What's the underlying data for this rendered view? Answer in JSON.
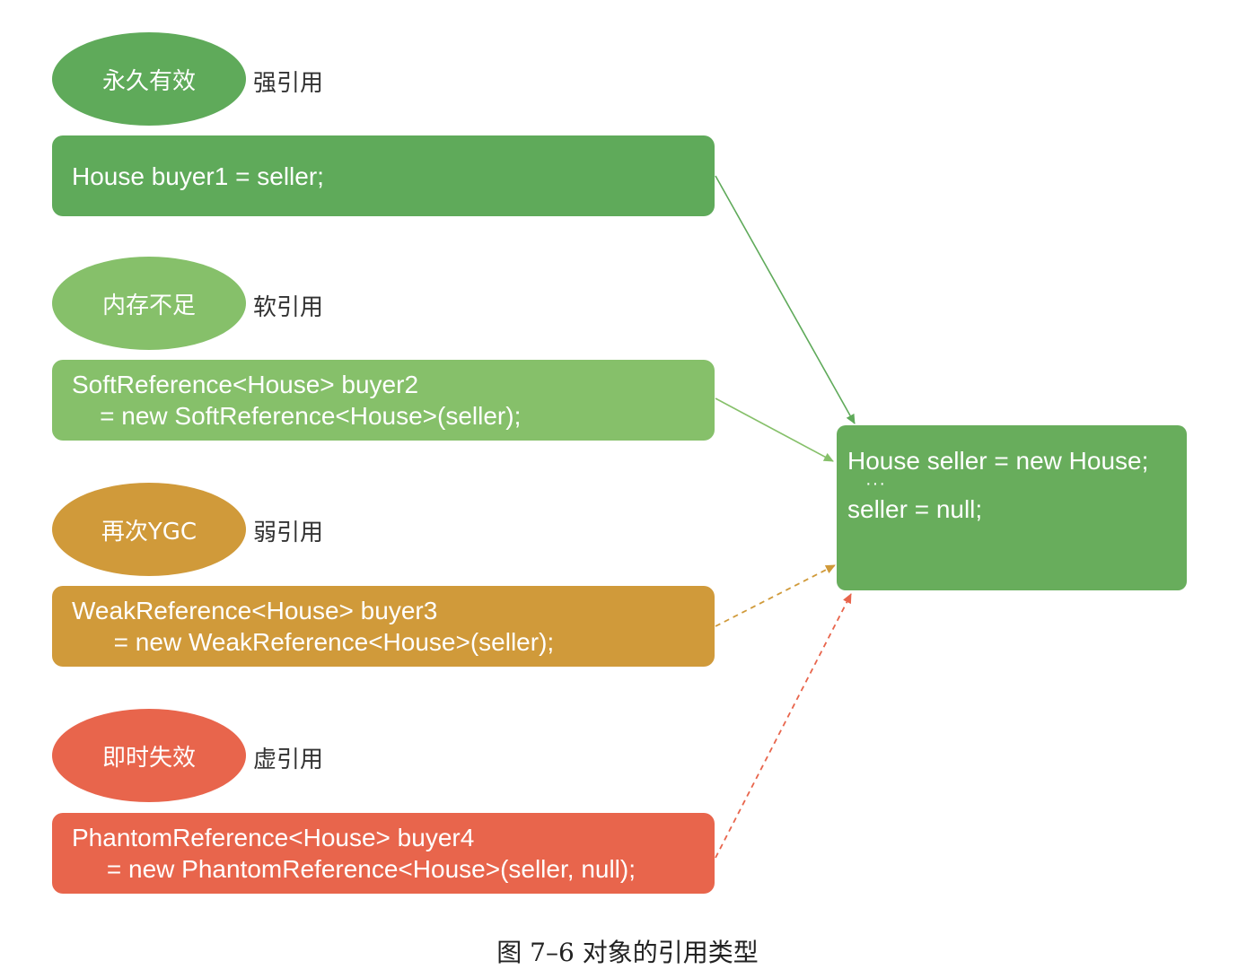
{
  "rows": [
    {
      "oval": "永久有效",
      "label": "强引用",
      "code": [
        "House buyer1 = seller;"
      ],
      "color": "#5faa5a",
      "line_style": "solid"
    },
    {
      "oval": "内存不足",
      "label": "软引用",
      "code": [
        "SoftReference<House> buyer2",
        "    = new SoftReference<House>(seller);"
      ],
      "color": "#86c06a",
      "line_style": "solid"
    },
    {
      "oval": "再次YGC",
      "label": "弱引用",
      "code": [
        "WeakReference<House> buyer3",
        "      = new WeakReference<House>(seller);"
      ],
      "color": "#d09a3a",
      "line_style": "dashed"
    },
    {
      "oval": "即时失效",
      "label": "虚引用",
      "code": [
        "PhantomReference<House> buyer4",
        "     = new PhantomReference<House>(seller, null);"
      ],
      "color": "#e8654c",
      "line_style": "dashed"
    }
  ],
  "target": {
    "line1": "House seller = new House;",
    "dots": "···",
    "line2": "seller = null;",
    "color": "#68ad5c"
  },
  "caption": "图 7–6    对象的引用类型"
}
